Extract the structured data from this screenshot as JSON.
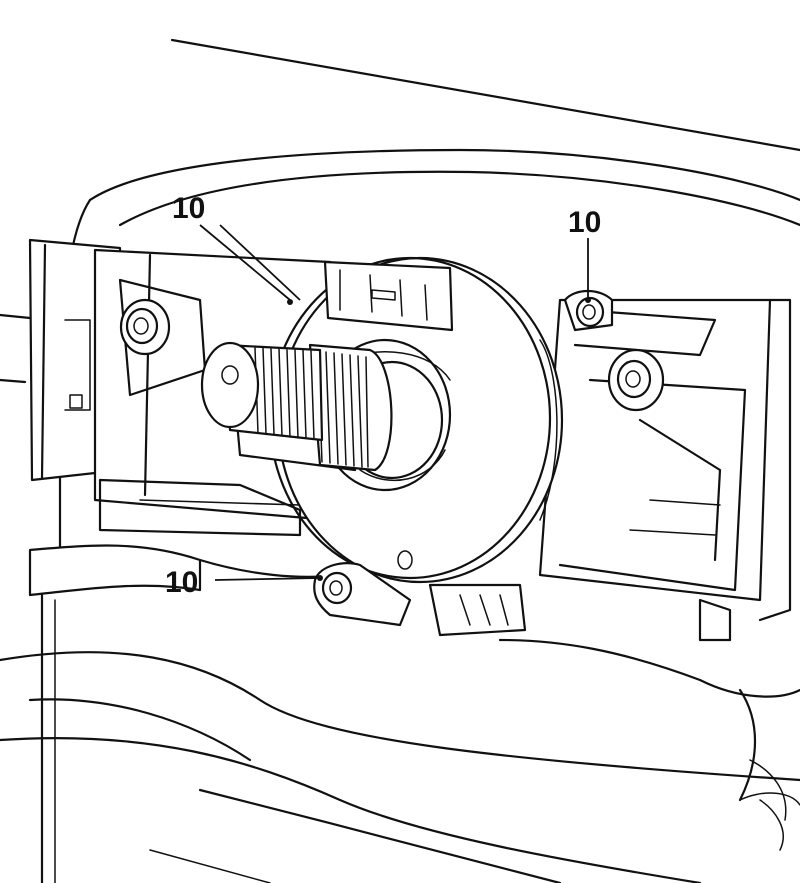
{
  "callouts": [
    {
      "label": "10"
    },
    {
      "label": "10"
    },
    {
      "label": "10"
    }
  ],
  "colors": {
    "line": "#111111",
    "background": "#ffffff"
  }
}
